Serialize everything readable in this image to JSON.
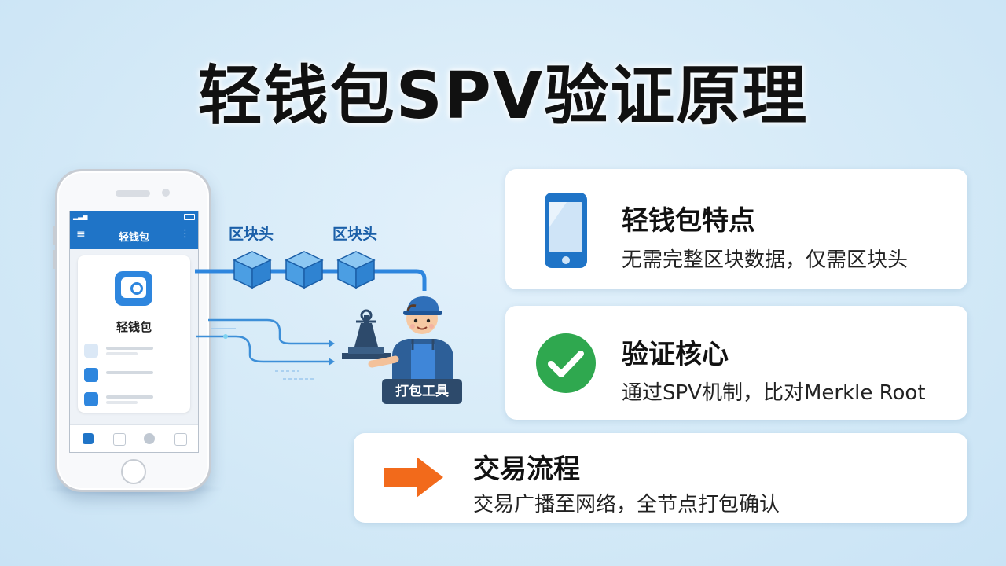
{
  "title": "轻钱包SPV验证原理",
  "phone": {
    "app_title": "轻钱包",
    "wallet_label": "轻钱包"
  },
  "diagram": {
    "block_header_label_1": "区块头",
    "block_header_label_2": "区块头",
    "tool_label": "打包工具"
  },
  "panels": [
    {
      "title": "轻钱包特点",
      "subtitle": "无需完整区块数据，仅需区块头",
      "icon": "phone-icon"
    },
    {
      "title": "验证核心",
      "subtitle": "通过SPV机制，比对Merkle Root",
      "icon": "check-circle-icon"
    },
    {
      "title": "交易流程",
      "subtitle": "交易广播至网络，全节点打包确认",
      "icon": "arrow-right-icon"
    }
  ],
  "colors": {
    "accent_blue": "#1f74c7",
    "check_green": "#2fa84f",
    "arrow_orange": "#f26a1b"
  }
}
